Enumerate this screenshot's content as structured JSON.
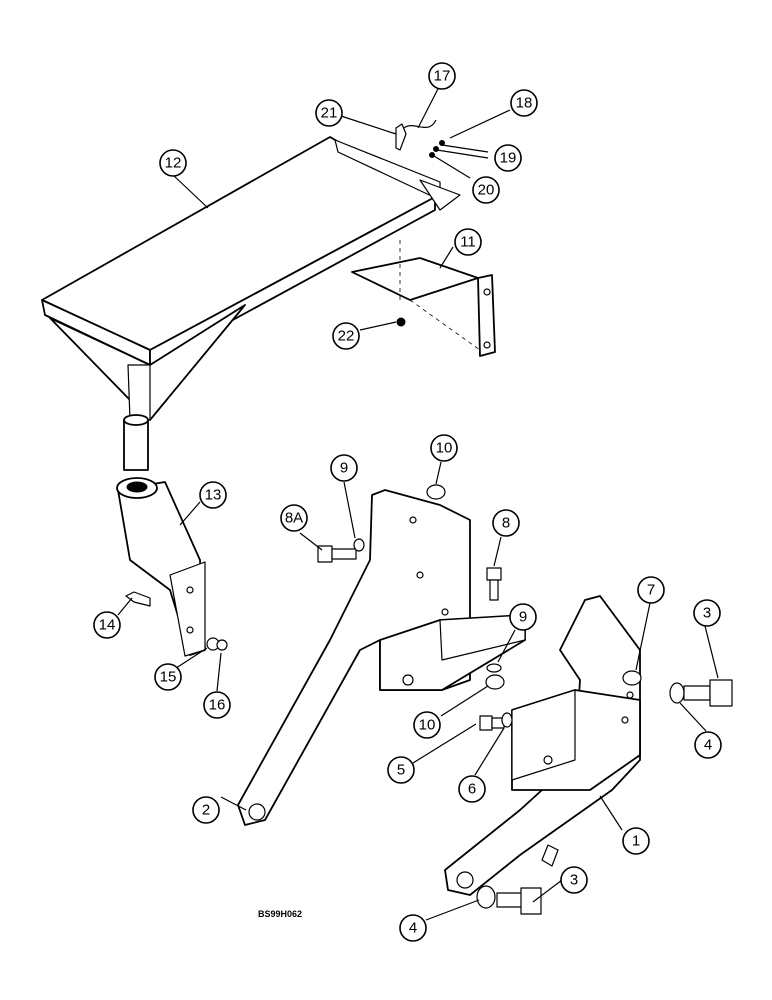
{
  "figure_code": "BS99H062",
  "callouts": {
    "c1": "1",
    "c2": "2",
    "c3a": "3",
    "c3b": "3",
    "c4a": "4",
    "c4b": "4",
    "c5": "5",
    "c6": "6",
    "c7": "7",
    "c8": "8",
    "c8a": "8A",
    "c9a": "9",
    "c9b": "9",
    "c10a": "10",
    "c10b": "10",
    "c11": "11",
    "c12": "12",
    "c13": "13",
    "c14": "14",
    "c15": "15",
    "c16": "16",
    "c17": "17",
    "c18": "18",
    "c19": "19",
    "c20": "20",
    "c21": "21",
    "c22": "22"
  }
}
